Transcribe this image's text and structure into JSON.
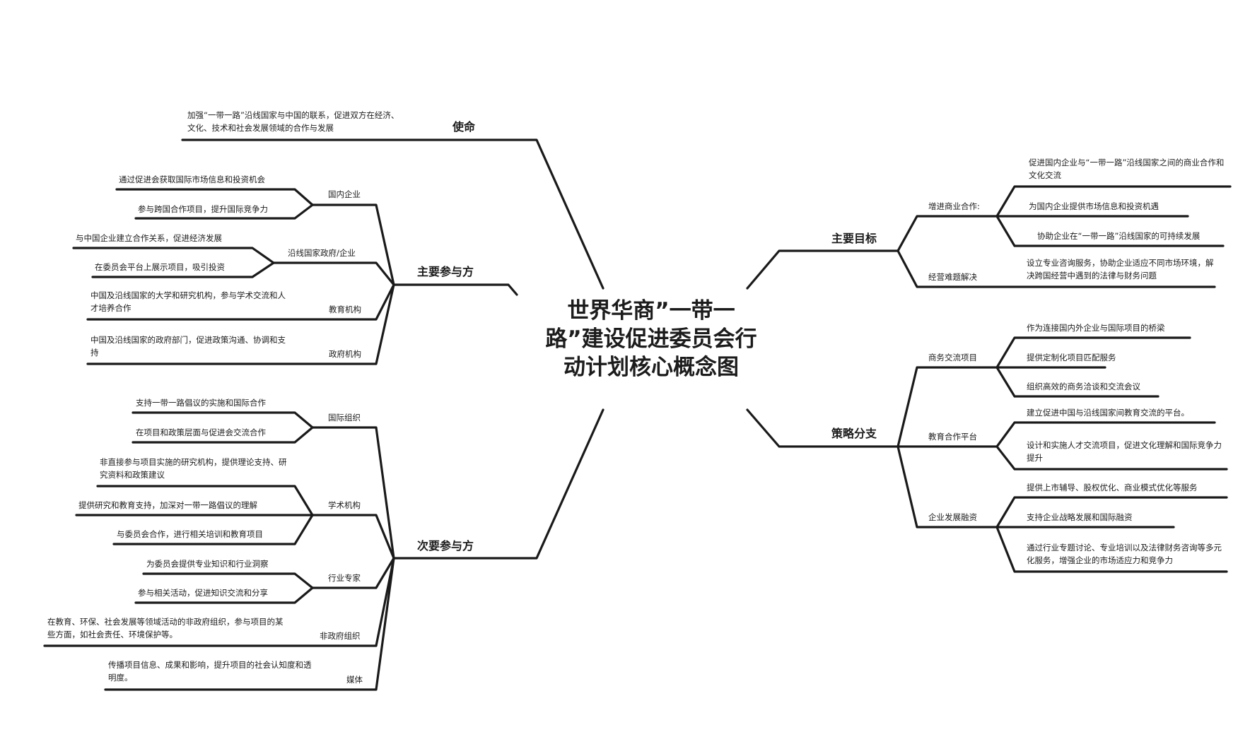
{
  "center_title": "世界华商”一带一路”建设促进委员会行动计划核心概念图",
  "mission": {
    "label": "使命",
    "desc": "加强“一带一路”沿线国家与中国的联系，促进双方在经济、文化、技术和社会发展领域的合作与发展"
  },
  "primary": {
    "label": "主要参与方",
    "domestic": {
      "label": "国内企业",
      "items": [
        "通过促进会获取国际市场信息和投资机会",
        "参与跨国合作项目，提升国际竞争力"
      ]
    },
    "alongside": {
      "label": "沿线国家政府/企业",
      "items": [
        "与中国企业建立合作关系，促进经济发展",
        "在委员会平台上展示项目，吸引投资"
      ]
    },
    "education": {
      "label": "教育机构",
      "desc": "中国及沿线国家的大学和研究机构，参与学术交流和人才培养合作"
    },
    "government": {
      "label": "政府机构",
      "desc": "中国及沿线国家的政府部门，促进政策沟通、协调和支持"
    }
  },
  "secondary": {
    "label": "次要参与方",
    "intl_org": {
      "label": "国际组织",
      "items": [
        "支持一带一路倡议的实施和国际合作",
        "在项目和政策层面与促进会交流合作"
      ]
    },
    "academic": {
      "label": "学术机构",
      "items": [
        "非直接参与项目实施的研究机构，提供理论支持、研究资料和政策建议",
        "提供研究和教育支持，加深对一带一路倡议的理解",
        "与委员会合作，进行相关培训和教育项目"
      ]
    },
    "experts": {
      "label": "行业专家",
      "items": [
        "为委员会提供专业知识和行业洞察",
        "参与相关活动，促进知识交流和分享"
      ]
    },
    "ngo": {
      "label": "非政府组织",
      "desc": "在教育、环保、社会发展等领域活动的非政府组织，参与项目的某些方面，如社会责任、环境保护等。"
    },
    "media": {
      "label": "媒体",
      "desc": "传播项目信息、成果和影响，提升项目的社会认知度和透明度。"
    }
  },
  "goals": {
    "label": "主要目标",
    "business": {
      "label": "增进商业合作:",
      "items": [
        "促进国内企业与“一带一路”沿线国家之间的商业合作和文化交流",
        "为国内企业提供市场信息和投资机遇",
        "协助企业在“一带一路”沿线国家的可持续发展"
      ]
    },
    "problems": {
      "label": "经营难题解决",
      "desc": "设立专业咨询服务，协助企业适应不同市场环境，解决跨国经营中遇到的法律与财务问题"
    }
  },
  "strategy": {
    "label": "策略分支",
    "exchange": {
      "label": "商务交流项目",
      "items": [
        "作为连接国内外企业与国际项目的桥梁",
        "提供定制化项目匹配服务",
        "组织高效的商务洽谈和交流会议"
      ]
    },
    "edu_platform": {
      "label": "教育合作平台",
      "items": [
        "建立促进中国与沿线国家间教育交流的平台。",
        "设计和实施人才交流项目，促进文化理解和国际竞争力提升"
      ]
    },
    "financing": {
      "label": "企业发展融资",
      "items": [
        "提供上市辅导、股权优化、商业模式优化等服务",
        "支持企业战略发展和国际融资",
        "通过行业专题讨论、专业培训以及法律财务咨询等多元化服务，增强企业的市场适应力和竞争力"
      ]
    }
  }
}
